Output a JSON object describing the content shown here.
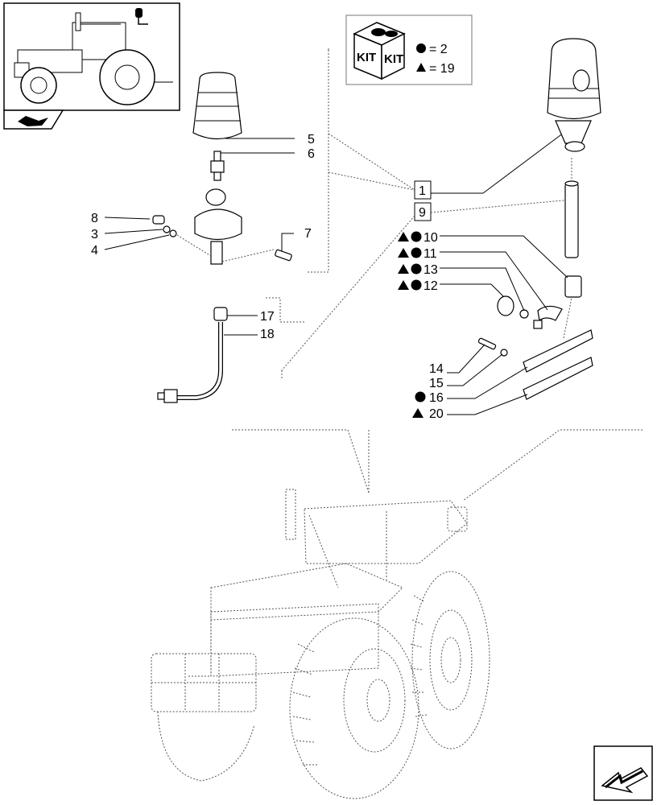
{
  "kit_box": {
    "kit_word": "KIT",
    "legend": [
      {
        "symbol": "dot",
        "text": "= 2"
      },
      {
        "symbol": "triangle",
        "text": "= 19"
      }
    ]
  },
  "callouts": {
    "c1": "1",
    "c9": "9",
    "c5": "5",
    "c6": "6",
    "c7": "7",
    "c8": "8",
    "c3": "3",
    "c4": "4",
    "c17": "17",
    "c18": "18",
    "c10": "10",
    "c11": "11",
    "c13": "13",
    "c12": "12",
    "c14": "14",
    "c15": "15",
    "c16": "16",
    "c20": "20"
  },
  "colors": {
    "ink": "#000000",
    "ghost": "#555555",
    "background": "#ffffff"
  },
  "icons": {
    "thumbnail": "tractor-thumbnail-icon",
    "nav_prev": "hand-arrow-left-icon",
    "nav_next": "hand-arrow-down-left-icon"
  }
}
